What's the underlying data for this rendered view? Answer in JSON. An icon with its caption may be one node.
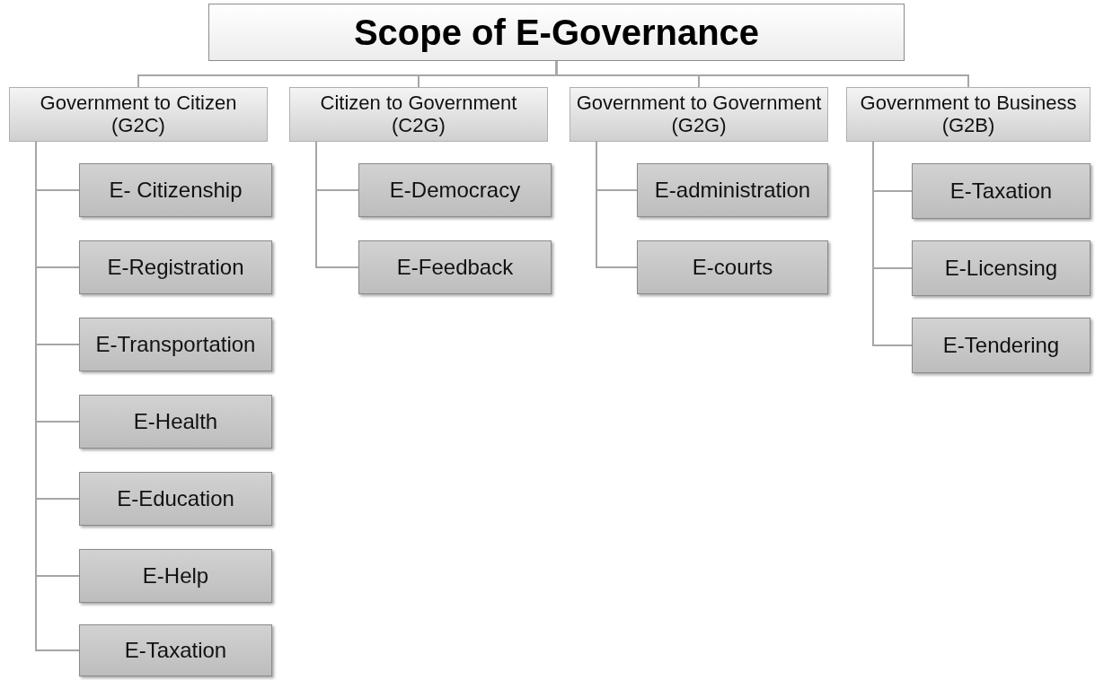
{
  "diagram": {
    "title": "Scope of E-Governance",
    "nodes": [
      {
        "text": [
          "Government to Citizen (G2C)"
        ]
      },
      {
        "text": [
          "Citizen to Government (C2G)"
        ]
      },
      {
        "text": [
          "Government to Government (G2G)"
        ]
      },
      {
        "text": [
          "Government to Business (G2B)"
        ]
      },
      {
        "text": [
          "E- Citizenship"
        ]
      },
      {
        "text": [
          "E-Registration"
        ]
      },
      {
        "text": [
          "E-Transportation"
        ]
      },
      {
        "text": [
          "E-Health"
        ]
      },
      {
        "text": [
          "E-Education"
        ]
      },
      {
        "text": [
          "E-Help"
        ]
      },
      {
        "text": [
          "E-Taxation"
        ]
      },
      {
        "text": [
          "E-Democracy"
        ]
      },
      {
        "text": [
          "E-Feedback"
        ]
      },
      {
        "text": [
          "E-administration"
        ]
      },
      {
        "text": [
          "E-courts"
        ]
      },
      {
        "text": [
          "E-Taxation"
        ]
      },
      {
        "text": [
          "E-Licensing"
        ]
      },
      {
        "text": [
          "E-Tendering"
        ]
      }
    ],
    "edges": [
      {
        "from": null,
        "to": 0,
        "arrow": "none"
      },
      {
        "from": null,
        "to": 1,
        "arrow": "none"
      },
      {
        "from": null,
        "to": 2,
        "arrow": "none"
      },
      {
        "from": null,
        "to": 3,
        "arrow": "none"
      },
      {
        "from": 0,
        "to": 4,
        "arrow": "none"
      },
      {
        "from": 0,
        "to": 5,
        "arrow": "none"
      },
      {
        "from": 0,
        "to": 6,
        "arrow": "none"
      },
      {
        "from": 0,
        "to": 7,
        "arrow": "none"
      },
      {
        "from": 0,
        "to": 8,
        "arrow": "none"
      },
      {
        "from": 0,
        "to": 9,
        "arrow": "none"
      },
      {
        "from": 0,
        "to": 10,
        "arrow": "none"
      },
      {
        "from": 1,
        "to": 11,
        "arrow": "none"
      },
      {
        "from": 1,
        "to": 12,
        "arrow": "none"
      },
      {
        "from": 2,
        "to": 13,
        "arrow": "none"
      },
      {
        "from": 2,
        "to": 14,
        "arrow": "none"
      },
      {
        "from": 3,
        "to": 15,
        "arrow": "none"
      },
      {
        "from": 3,
        "to": 16,
        "arrow": "none"
      },
      {
        "from": 3,
        "to": 17,
        "arrow": "none"
      }
    ]
  }
}
